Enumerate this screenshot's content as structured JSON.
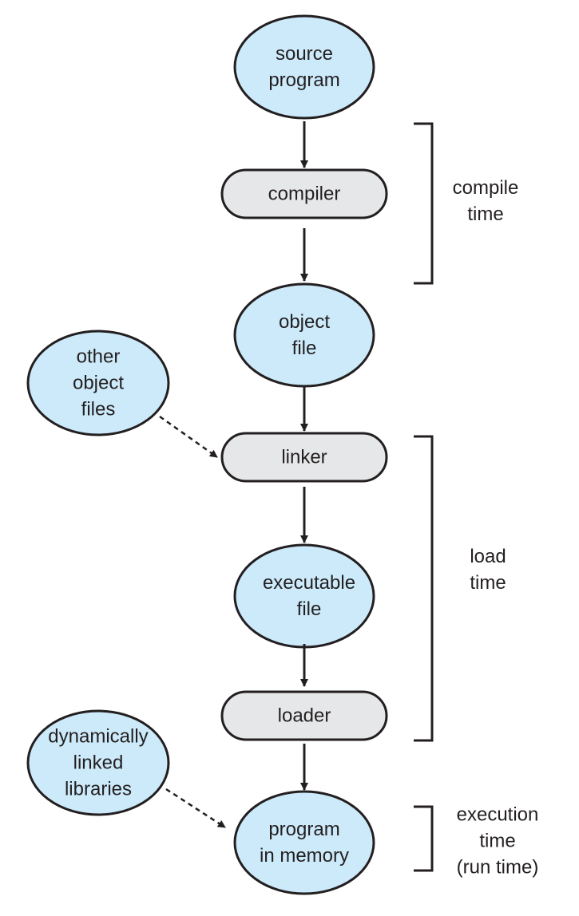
{
  "nodes": {
    "source_program": [
      "source",
      "program"
    ],
    "compiler": [
      "compiler"
    ],
    "object_file": [
      "object",
      "file"
    ],
    "other_object_files": [
      "other",
      "object",
      "files"
    ],
    "linker": [
      "linker"
    ],
    "executable_file": [
      "executable",
      "file"
    ],
    "loader": [
      "loader"
    ],
    "dynamically_linked_libraries": [
      "dynamically",
      "linked",
      "libraries"
    ],
    "program_in_memory": [
      "program",
      "in memory"
    ]
  },
  "phases": {
    "compile_time": [
      "compile",
      "time"
    ],
    "load_time": [
      "load",
      "time"
    ],
    "execution_time": [
      "execution",
      "time",
      "(run time)"
    ]
  },
  "colors": {
    "ellipse_fill": "#cceafa",
    "process_fill": "#e6e7e8",
    "stroke": "#231f20",
    "text": "#231f20"
  }
}
